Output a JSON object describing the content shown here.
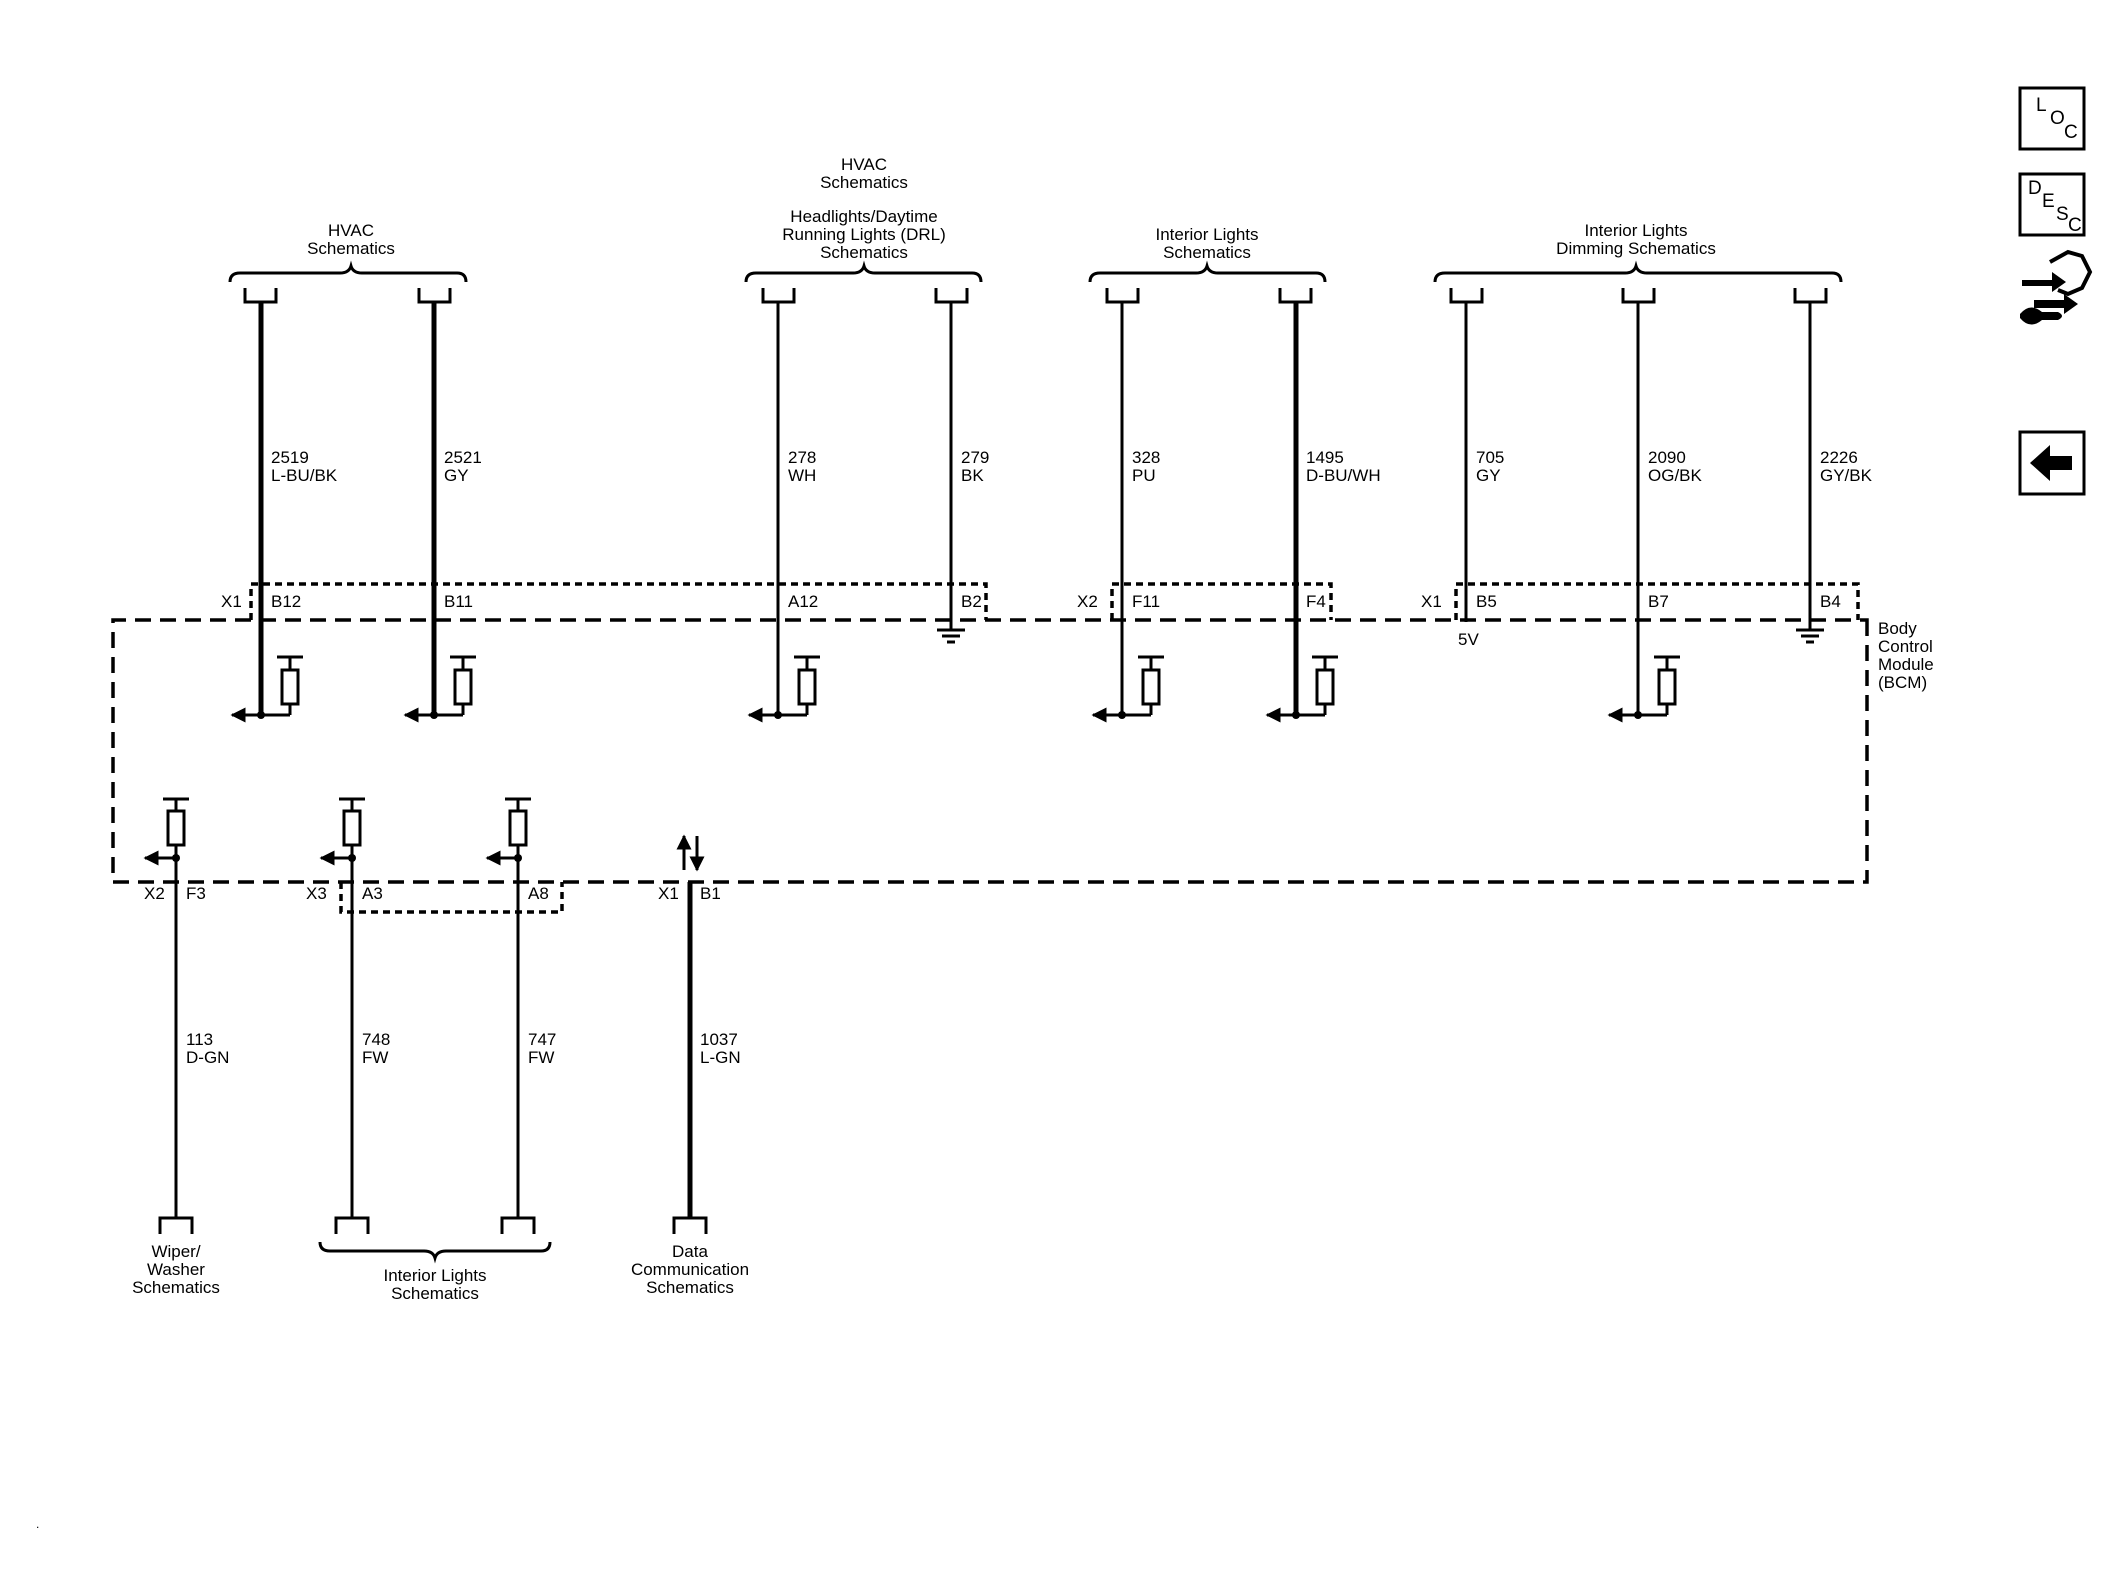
{
  "top_groups": [
    {
      "id": "hvac1",
      "label_lines": [
        "HVAC",
        "Schematics"
      ],
      "wires": [
        {
          "circuit": "2519",
          "color": "L-BU/BK",
          "pin": "B12"
        },
        {
          "circuit": "2521",
          "color": "GY",
          "pin": "B11"
        }
      ]
    },
    {
      "id": "hvac-drl",
      "label_lines": [
        "HVAC",
        "Schematics",
        "Headlights/Daytime",
        "Running Lights (DRL)",
        "Schematics"
      ],
      "wires": [
        {
          "circuit": "278",
          "color": "WH",
          "pin": "A12"
        },
        {
          "circuit": "279",
          "color": "BK",
          "pin": "B2"
        }
      ]
    },
    {
      "id": "interior1",
      "label_lines": [
        "Interior Lights",
        "Schematics"
      ],
      "wires": [
        {
          "circuit": "328",
          "color": "PU",
          "pin": "F11"
        },
        {
          "circuit": "1495",
          "color": "D-BU/WH",
          "pin": "F4"
        }
      ]
    },
    {
      "id": "dimming",
      "label_lines": [
        "Interior Lights",
        "Dimming Schematics"
      ],
      "wires": [
        {
          "circuit": "705",
          "color": "GY",
          "pin": "B5"
        },
        {
          "circuit": "2090",
          "color": "OG/BK",
          "pin": "B7"
        },
        {
          "circuit": "2226",
          "color": "GY/BK",
          "pin": "B4"
        }
      ]
    }
  ],
  "connectors": {
    "x1_a": "X1",
    "x2_a": "X2",
    "x1_b": "X1",
    "x2_bottom": "X2",
    "x3_bottom": "X3",
    "x1_bottom": "X1"
  },
  "module_lines": [
    "Body",
    "Control",
    "Module",
    "(BCM)"
  ],
  "voltage_label": "5V",
  "bottom_wires": [
    {
      "circuit": "113",
      "color": "D-GN",
      "pin": "F3"
    },
    {
      "circuit": "748",
      "color": "FW",
      "pin": "A3"
    },
    {
      "circuit": "747",
      "color": "FW",
      "pin": "A8"
    },
    {
      "circuit": "1037",
      "color": "L-GN",
      "pin": "B1"
    }
  ],
  "bottom_groups": [
    {
      "label_lines": [
        "Wiper/",
        "Washer",
        "Schematics"
      ]
    },
    {
      "label_lines": [
        "Interior Lights",
        "Schematics"
      ]
    },
    {
      "label_lines": [
        "Data",
        "Communication",
        "Schematics"
      ]
    }
  ],
  "nav": {
    "loc": [
      "L",
      "O",
      "C"
    ],
    "desc": [
      "D",
      "E",
      "S",
      "C"
    ]
  }
}
